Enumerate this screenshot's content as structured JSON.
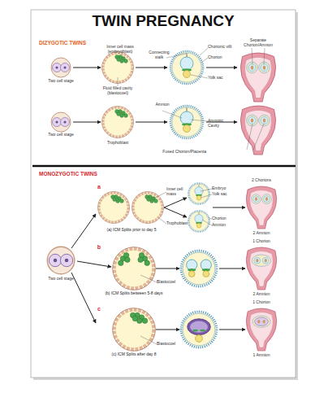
{
  "diagram": {
    "title": "TWIN PREGNANCY",
    "labels": [
      "DIZYGOTIC TWINS",
      "Inner cell mass (embryoblast)",
      "Chorionic villi",
      "Separate Chorion/Amnion",
      "Chorion",
      "Connecting stalk",
      "Yolk sac",
      "Two cell stage",
      "Fluid filled cavity (blastocoel)",
      "Two cell stage",
      "Trophoblast",
      "Amnion",
      "Amniotic Cavity",
      "Fused Chorion/Placenta",
      "MONOZYGOTIC TWINS",
      "a",
      "Inner cell mass",
      "Trophoblast",
      "(a) ICM Splits prior to day 5",
      "Embryo",
      "Yolk sac",
      "Chorion",
      "Amnion",
      "2 Chorions",
      "2 Amnion",
      "Two cell stage",
      "b",
      "Blastocoel",
      "(b) ICM Splits between 5-8 days",
      "1 Chorion",
      "2 Amnion",
      "c",
      "Blastocoel",
      "(c) ICM Splits after day 8",
      "1 Chorion",
      "1 Amnion"
    ]
  }
}
